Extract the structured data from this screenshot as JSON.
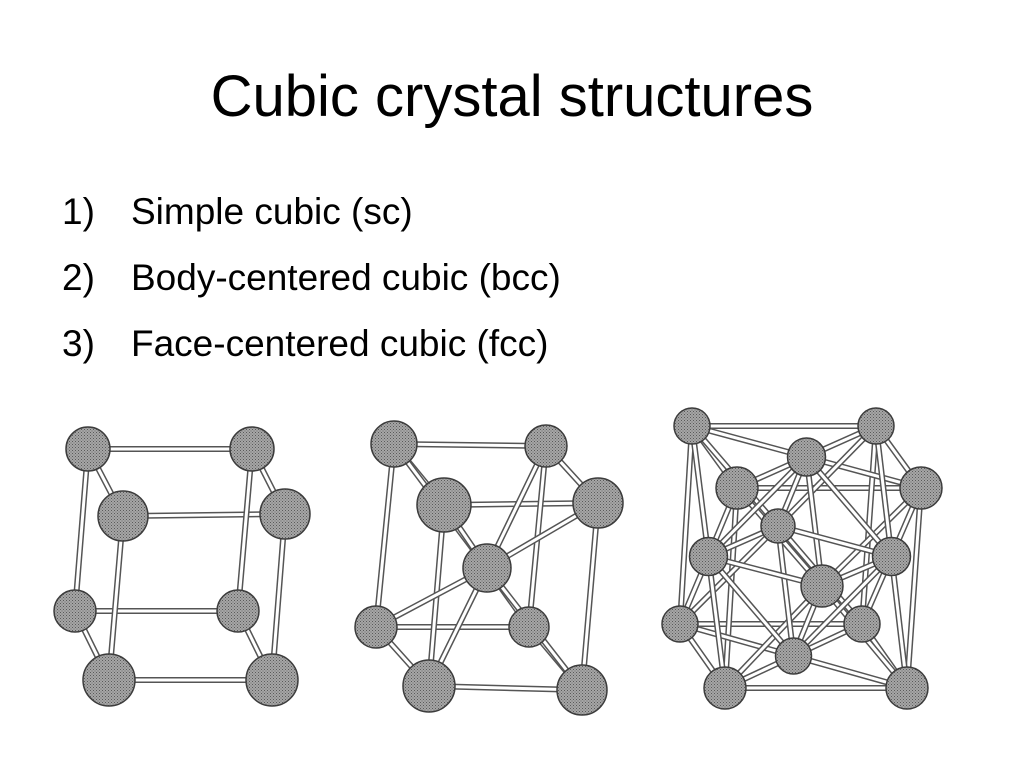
{
  "slide": {
    "title": "Cubic crystal structures",
    "items": [
      {
        "number": "1)",
        "label": "Simple cubic (sc)"
      },
      {
        "number": "2)",
        "label": "Body-centered cubic (bcc)"
      },
      {
        "number": "3)",
        "label": "Face-centered cubic (fcc)"
      }
    ]
  },
  "figures": {
    "atom_fill": "#8c8c8c",
    "bond_color": "#555555",
    "structures": [
      "simple-cubic",
      "body-centered-cubic",
      "face-centered-cubic"
    ]
  }
}
